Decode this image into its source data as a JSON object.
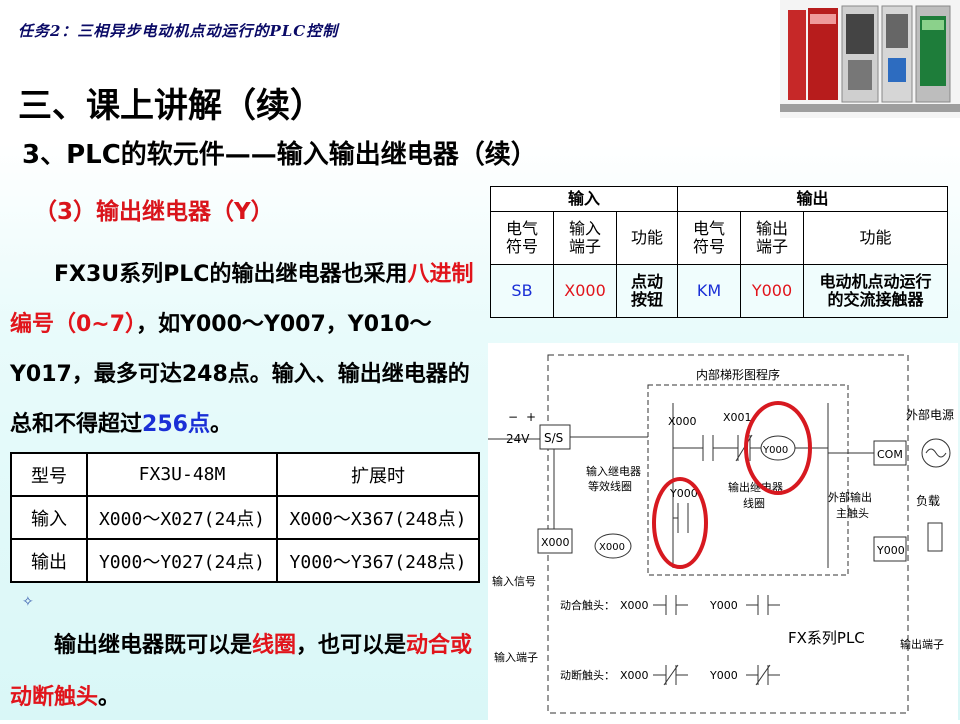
{
  "header": "任务2：三相异步电动机点动运行的PLC控制",
  "section_title": "三、课上讲解（续）",
  "subtitle": "3、PLC的软元件——输入输出继电器（续）",
  "sub_item": "（3）输出继电器（Y）",
  "paragraph": {
    "p1": "FX3U系列PLC的输出继电器也采用",
    "p2_red": "八进制编号（0~7）",
    "p3": "，如Y000～Y007，Y010～Y017，最多可达248点。输入、输出继电器的总和不得超过",
    "p4_blue": "256点",
    "p5": "。"
  },
  "left_table": {
    "headers": [
      "型号",
      "FX3U-48M",
      "扩展时"
    ],
    "rows": [
      [
        "输入",
        "X000～X027(24点)",
        "X000～X367(248点)"
      ],
      [
        "输出",
        "Y000～Y027(24点)",
        "Y000～Y367(248点)"
      ]
    ]
  },
  "note": {
    "n1": "输出继电器既可以是",
    "n2_red": "线圈",
    "n3": "，也可以是",
    "n4_red": "动合或动断触头",
    "n5": "。"
  },
  "right_table": {
    "group_input": "输入",
    "group_output": "输出",
    "col1": "电气\n符号",
    "col2": "输入\n端子",
    "col3": "功能",
    "col4": "电气\n符号",
    "col5": "输出\n端子",
    "col6": "功能",
    "r1": "SB",
    "r2": "X000",
    "r3": "点动\n按钮",
    "r4": "KM",
    "r5": "Y000",
    "r6": "电动机点动运行\n的交流接触器"
  },
  "diagram": {
    "title": "内部梯形图程序",
    "minus": "−",
    "plus": "+",
    "v24": "24V",
    "ss": "S/S",
    "x000": "X000",
    "x001": "X001",
    "y000": "Y000",
    "com": "COM",
    "ext_power": "外部电源",
    "load": "负载",
    "in_coil": "输入继电器\n等效线圈",
    "out_coil": "输出继电器\n线圈",
    "ext_contact": "外部输出\n主触头",
    "in_signal": "输入信号",
    "in_terminal": "输入端子",
    "no_contact": "动合触头：",
    "nc_contact": "动断触头：",
    "fx": "FX系列PLC",
    "out_terminal": "输出端子"
  },
  "colors": {
    "accent_red": "#e1141b",
    "accent_blue": "#1a2fd6",
    "header_navy": "#0a0a66"
  }
}
